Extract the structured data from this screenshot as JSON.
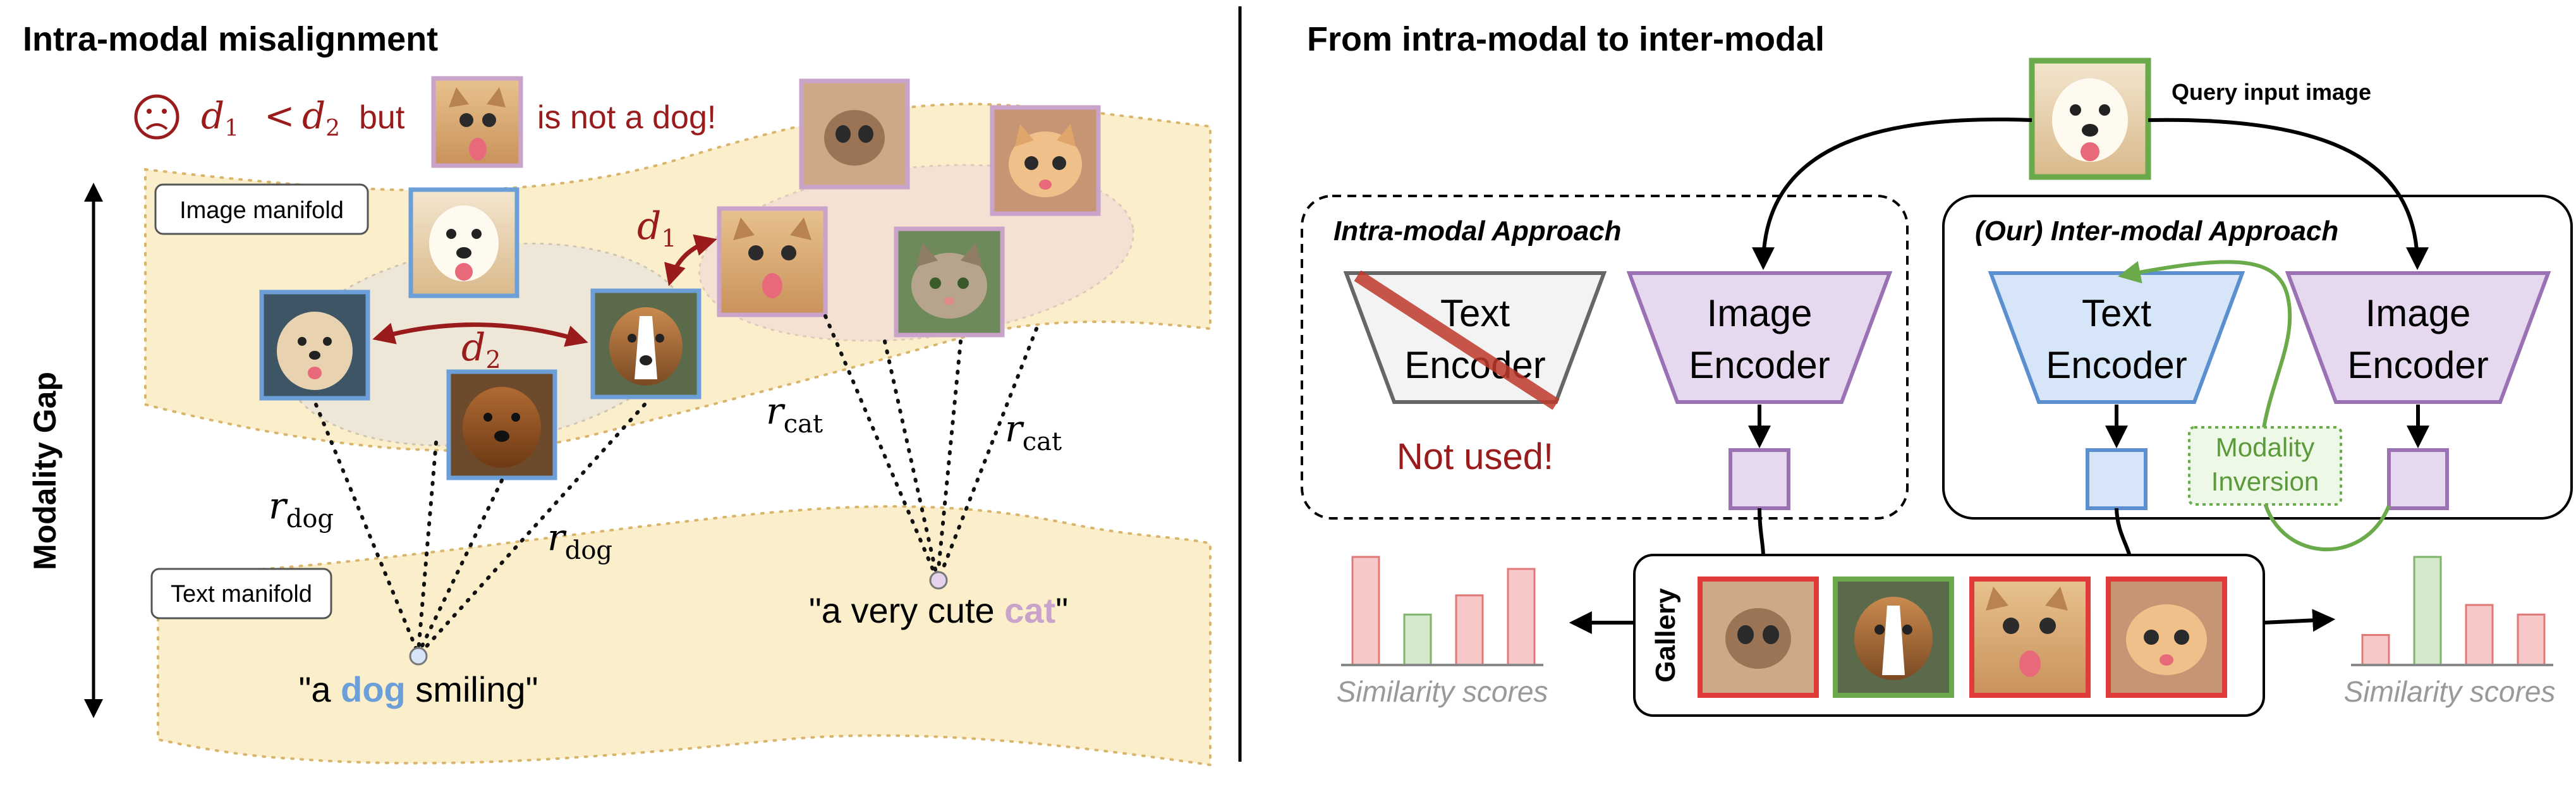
{
  "left_panel": {
    "title": "Intra-modal misalignment",
    "axis_label": "Modality Gap",
    "image_manifold_label": "Image manifold",
    "text_manifold_label": "Text manifold",
    "statement_mid": "but",
    "statement_end": "is not a dog!",
    "d1": "d",
    "d1_sub": "1",
    "d2": "d",
    "d2_sub": "2",
    "lt": "<",
    "r_symbol": "r",
    "r_dog_sub": "dog",
    "r_cat_sub": "cat",
    "caption_dog": {
      "pre": "\"a ",
      "key": "dog",
      "post": " smiling\""
    },
    "caption_cat": {
      "pre": "\"a very cute ",
      "key": "cat",
      "post": "\""
    },
    "sad_face_icon": "frowning-face"
  },
  "right_panel": {
    "title": "From intra-modal to inter-modal",
    "query_label": "Query input image",
    "intra_box_title": "Intra-modal Approach",
    "inter_box_title": "(Our) Inter-modal Approach",
    "text_encoder": [
      "Text",
      "Encoder"
    ],
    "image_encoder": [
      "Image",
      "Encoder"
    ],
    "not_used": "Not used!",
    "modality_inversion": [
      "Modality",
      "Inversion"
    ],
    "gallery_label": "Gallery",
    "similarity_label": "Similarity scores"
  },
  "scores": {
    "intra": [
      0.9,
      0.42,
      0.58,
      0.8
    ],
    "inter": [
      0.25,
      0.9,
      0.5,
      0.42
    ],
    "highlight_intra": 1,
    "highlight_inter": 1
  },
  "colors": {
    "dog_blue": "#6c9fd8",
    "cat_pink": "#c9a3c9",
    "dark_red": "#9a1b1b",
    "manifold_fill": "#fbeecb",
    "encoder_purple": "#e6d8ee",
    "encoder_blue": "#d6e6f8",
    "green": "#6aaa4a",
    "bar_red": "#f6c8c8",
    "bar_green": "#d4e8cc"
  }
}
